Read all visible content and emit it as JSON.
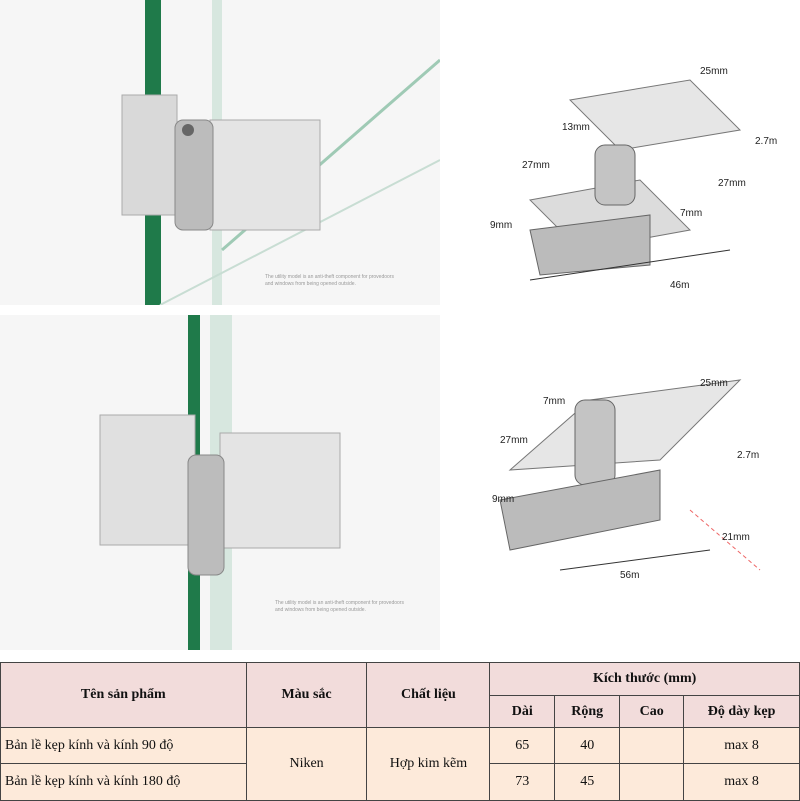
{
  "photos": {
    "note_line1": "The utility model is an anti-theft component for provedoors",
    "note_line2": "and windows from being opened outside."
  },
  "diagram_90": {
    "d1": "25mm",
    "d2": "13mm",
    "d3": "2.7m",
    "d4": "27mm",
    "d5": "27mm",
    "d6": "7mm",
    "d7": "9mm",
    "d8": "46m"
  },
  "diagram_180": {
    "d1": "25mm",
    "d2": "7mm",
    "d3": "27mm",
    "d4": "2.7m",
    "d5": "9mm",
    "d6": "21mm",
    "d7": "56m"
  },
  "table": {
    "headers": {
      "name": "Tên sản phẩm",
      "color": "Màu sắc",
      "material": "Chất liệu",
      "size": "Kích thước (mm)",
      "length": "Dài",
      "width": "Rộng",
      "height": "Cao",
      "thickness": "Độ dày kẹp"
    },
    "rows": [
      {
        "name": "Bản lề kẹp kính và kính 90 độ",
        "length": "65",
        "width": "40",
        "height": "",
        "thickness": "max 8"
      },
      {
        "name": "Bản lề kẹp kính và kính 180 độ",
        "length": "73",
        "width": "45",
        "height": "",
        "thickness": "max 8"
      }
    ],
    "shared": {
      "color": "Niken",
      "material": "Hợp kim kẽm"
    }
  }
}
